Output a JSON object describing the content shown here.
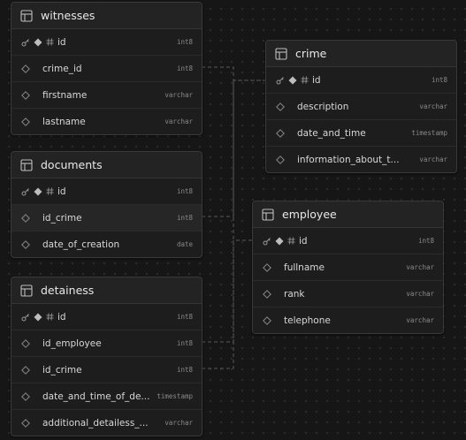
{
  "tables": {
    "witnesses": {
      "name": "witnesses",
      "columns": [
        {
          "name": "id",
          "type": "int8",
          "pk": true
        },
        {
          "name": "crime_id",
          "type": "int8"
        },
        {
          "name": "firstname",
          "type": "varchar"
        },
        {
          "name": "lastname",
          "type": "varchar"
        }
      ]
    },
    "documents": {
      "name": "documents",
      "columns": [
        {
          "name": "id",
          "type": "int8",
          "pk": true
        },
        {
          "name": "id_crime",
          "type": "int8"
        },
        {
          "name": "date_of_creation",
          "type": "date"
        }
      ]
    },
    "detainess": {
      "name": "detainess",
      "columns": [
        {
          "name": "id",
          "type": "int8",
          "pk": true
        },
        {
          "name": "id_employee",
          "type": "int8"
        },
        {
          "name": "id_crime",
          "type": "int8"
        },
        {
          "name": "date_and_time_of_de...",
          "type": "timestamp"
        },
        {
          "name": "additional_detailess_...",
          "type": "varchar"
        }
      ]
    },
    "crime": {
      "name": "crime",
      "columns": [
        {
          "name": "id",
          "type": "int8",
          "pk": true
        },
        {
          "name": "description",
          "type": "varchar"
        },
        {
          "name": "date_and_time",
          "type": "timestamp"
        },
        {
          "name": "information_about_t...",
          "type": "varchar"
        }
      ]
    },
    "employee": {
      "name": "employee",
      "columns": [
        {
          "name": "id",
          "type": "int8",
          "pk": true
        },
        {
          "name": "fullname",
          "type": "varchar"
        },
        {
          "name": "rank",
          "type": "varchar"
        },
        {
          "name": "telephone",
          "type": "varchar"
        }
      ]
    }
  },
  "colors": {
    "background": "#161616",
    "table_fill": "#1d1d1d",
    "header_fill": "#232323",
    "border": "#3a3a3a",
    "connector": "#5a5a5a"
  }
}
